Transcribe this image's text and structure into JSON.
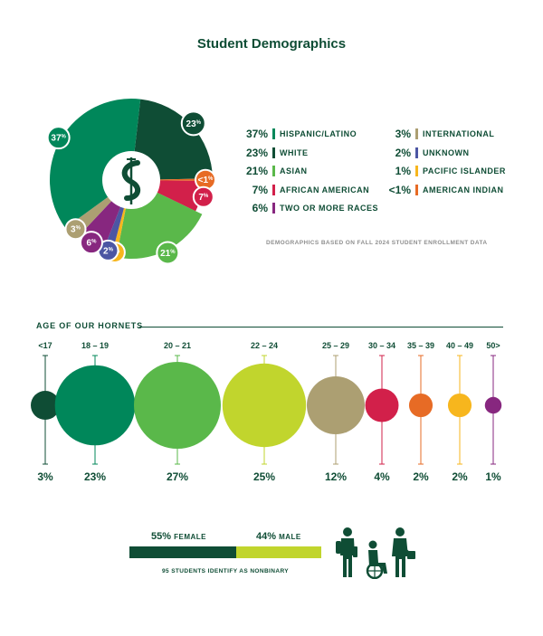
{
  "page": {
    "title": "Student Demographics"
  },
  "colors": {
    "dark_green": "#0f4d35",
    "green": "#00875a",
    "light_green": "#5ab84a",
    "lime": "#c1d52d",
    "khaki": "#ac9f72",
    "red": "#d2204a",
    "orange": "#e76b25",
    "yellow": "#f7b61d",
    "purple": "#87277f",
    "blue": "#4c56a3"
  },
  "chart_data": [
    {
      "type": "pie",
      "title": "Student Demographics",
      "slices": [
        {
          "label": "WHITE",
          "value": 23,
          "value_label": "23",
          "color": "#0f4d35"
        },
        {
          "label": "AMERICAN INDIAN",
          "value": 0.5,
          "value_label": "<1",
          "color": "#e76b25"
        },
        {
          "label": "AFRICAN AMERICAN",
          "value": 7,
          "value_label": "7",
          "color": "#d2204a"
        },
        {
          "label": "ASIAN",
          "value": 21,
          "value_label": "21",
          "color": "#5ab84a"
        },
        {
          "label": "PACIFIC ISLANDER",
          "value": 1,
          "value_label": "1",
          "color": "#f7b61d"
        },
        {
          "label": "UNKNOWN",
          "value": 2,
          "value_label": "2",
          "color": "#4c56a3"
        },
        {
          "label": "TWO OR MORE RACES",
          "value": 6,
          "value_label": "6",
          "color": "#87277f"
        },
        {
          "label": "INTERNATIONAL",
          "value": 3,
          "value_label": "3",
          "color": "#ac9f72"
        },
        {
          "label": "HISPANIC/LATINO",
          "value": 37,
          "value_label": "37",
          "color": "#00875a"
        }
      ],
      "legend_left": [
        {
          "pct": "37%",
          "label": "HISPANIC/LATINO",
          "color": "#00875a"
        },
        {
          "pct": "23%",
          "label": "WHITE",
          "color": "#0f4d35"
        },
        {
          "pct": "21%",
          "label": "ASIAN",
          "color": "#5ab84a"
        },
        {
          "pct": "7%",
          "label": "AFRICAN AMERICAN",
          "color": "#d2204a"
        },
        {
          "pct": "6%",
          "label": "TWO OR MORE RACES",
          "color": "#87277f"
        }
      ],
      "legend_right": [
        {
          "pct": "3%",
          "label": "INTERNATIONAL",
          "color": "#ac9f72"
        },
        {
          "pct": "2%",
          "label": "UNKNOWN",
          "color": "#4c56a3"
        },
        {
          "pct": "1%",
          "label": "PACIFIC ISLANDER",
          "color": "#f7b61d"
        },
        {
          "pct": "<1%",
          "label": "AMERICAN INDIAN",
          "color": "#e76b25"
        }
      ],
      "note": "DEMOGRAPHICS BASED ON FALL 2024 STUDENT ENROLLMENT DATA"
    },
    {
      "type": "bubble",
      "title": "AGE OF OUR HORNETS",
      "groups": [
        {
          "label": "<17",
          "value": 3,
          "value_label": "3%",
          "color": "#0f4d35"
        },
        {
          "label": "18 – 19",
          "value": 23,
          "value_label": "23%",
          "color": "#00875a"
        },
        {
          "label": "20 – 21",
          "value": 27,
          "value_label": "27%",
          "color": "#5ab84a"
        },
        {
          "label": "22 – 24",
          "value": 25,
          "value_label": "25%",
          "color": "#c1d52d"
        },
        {
          "label": "25 – 29",
          "value": 12,
          "value_label": "12%",
          "color": "#ac9f72"
        },
        {
          "label": "30 – 34",
          "value": 4,
          "value_label": "4%",
          "color": "#d2204a"
        },
        {
          "label": "35 – 39",
          "value": 2,
          "value_label": "2%",
          "color": "#e76b25"
        },
        {
          "label": "40 – 49",
          "value": 2,
          "value_label": "2%",
          "color": "#f7b61d"
        },
        {
          "label": "50>",
          "value": 1,
          "value_label": "1%",
          "color": "#87277f"
        }
      ]
    },
    {
      "type": "bar",
      "series": [
        {
          "name": "FEMALE",
          "value": 55,
          "value_label": "55%",
          "color": "#0f4d35"
        },
        {
          "name": "MALE",
          "value": 44,
          "value_label": "44%",
          "color": "#c1d52d"
        }
      ],
      "note": "95 STUDENTS IDENTIFY AS NONBINARY"
    }
  ]
}
